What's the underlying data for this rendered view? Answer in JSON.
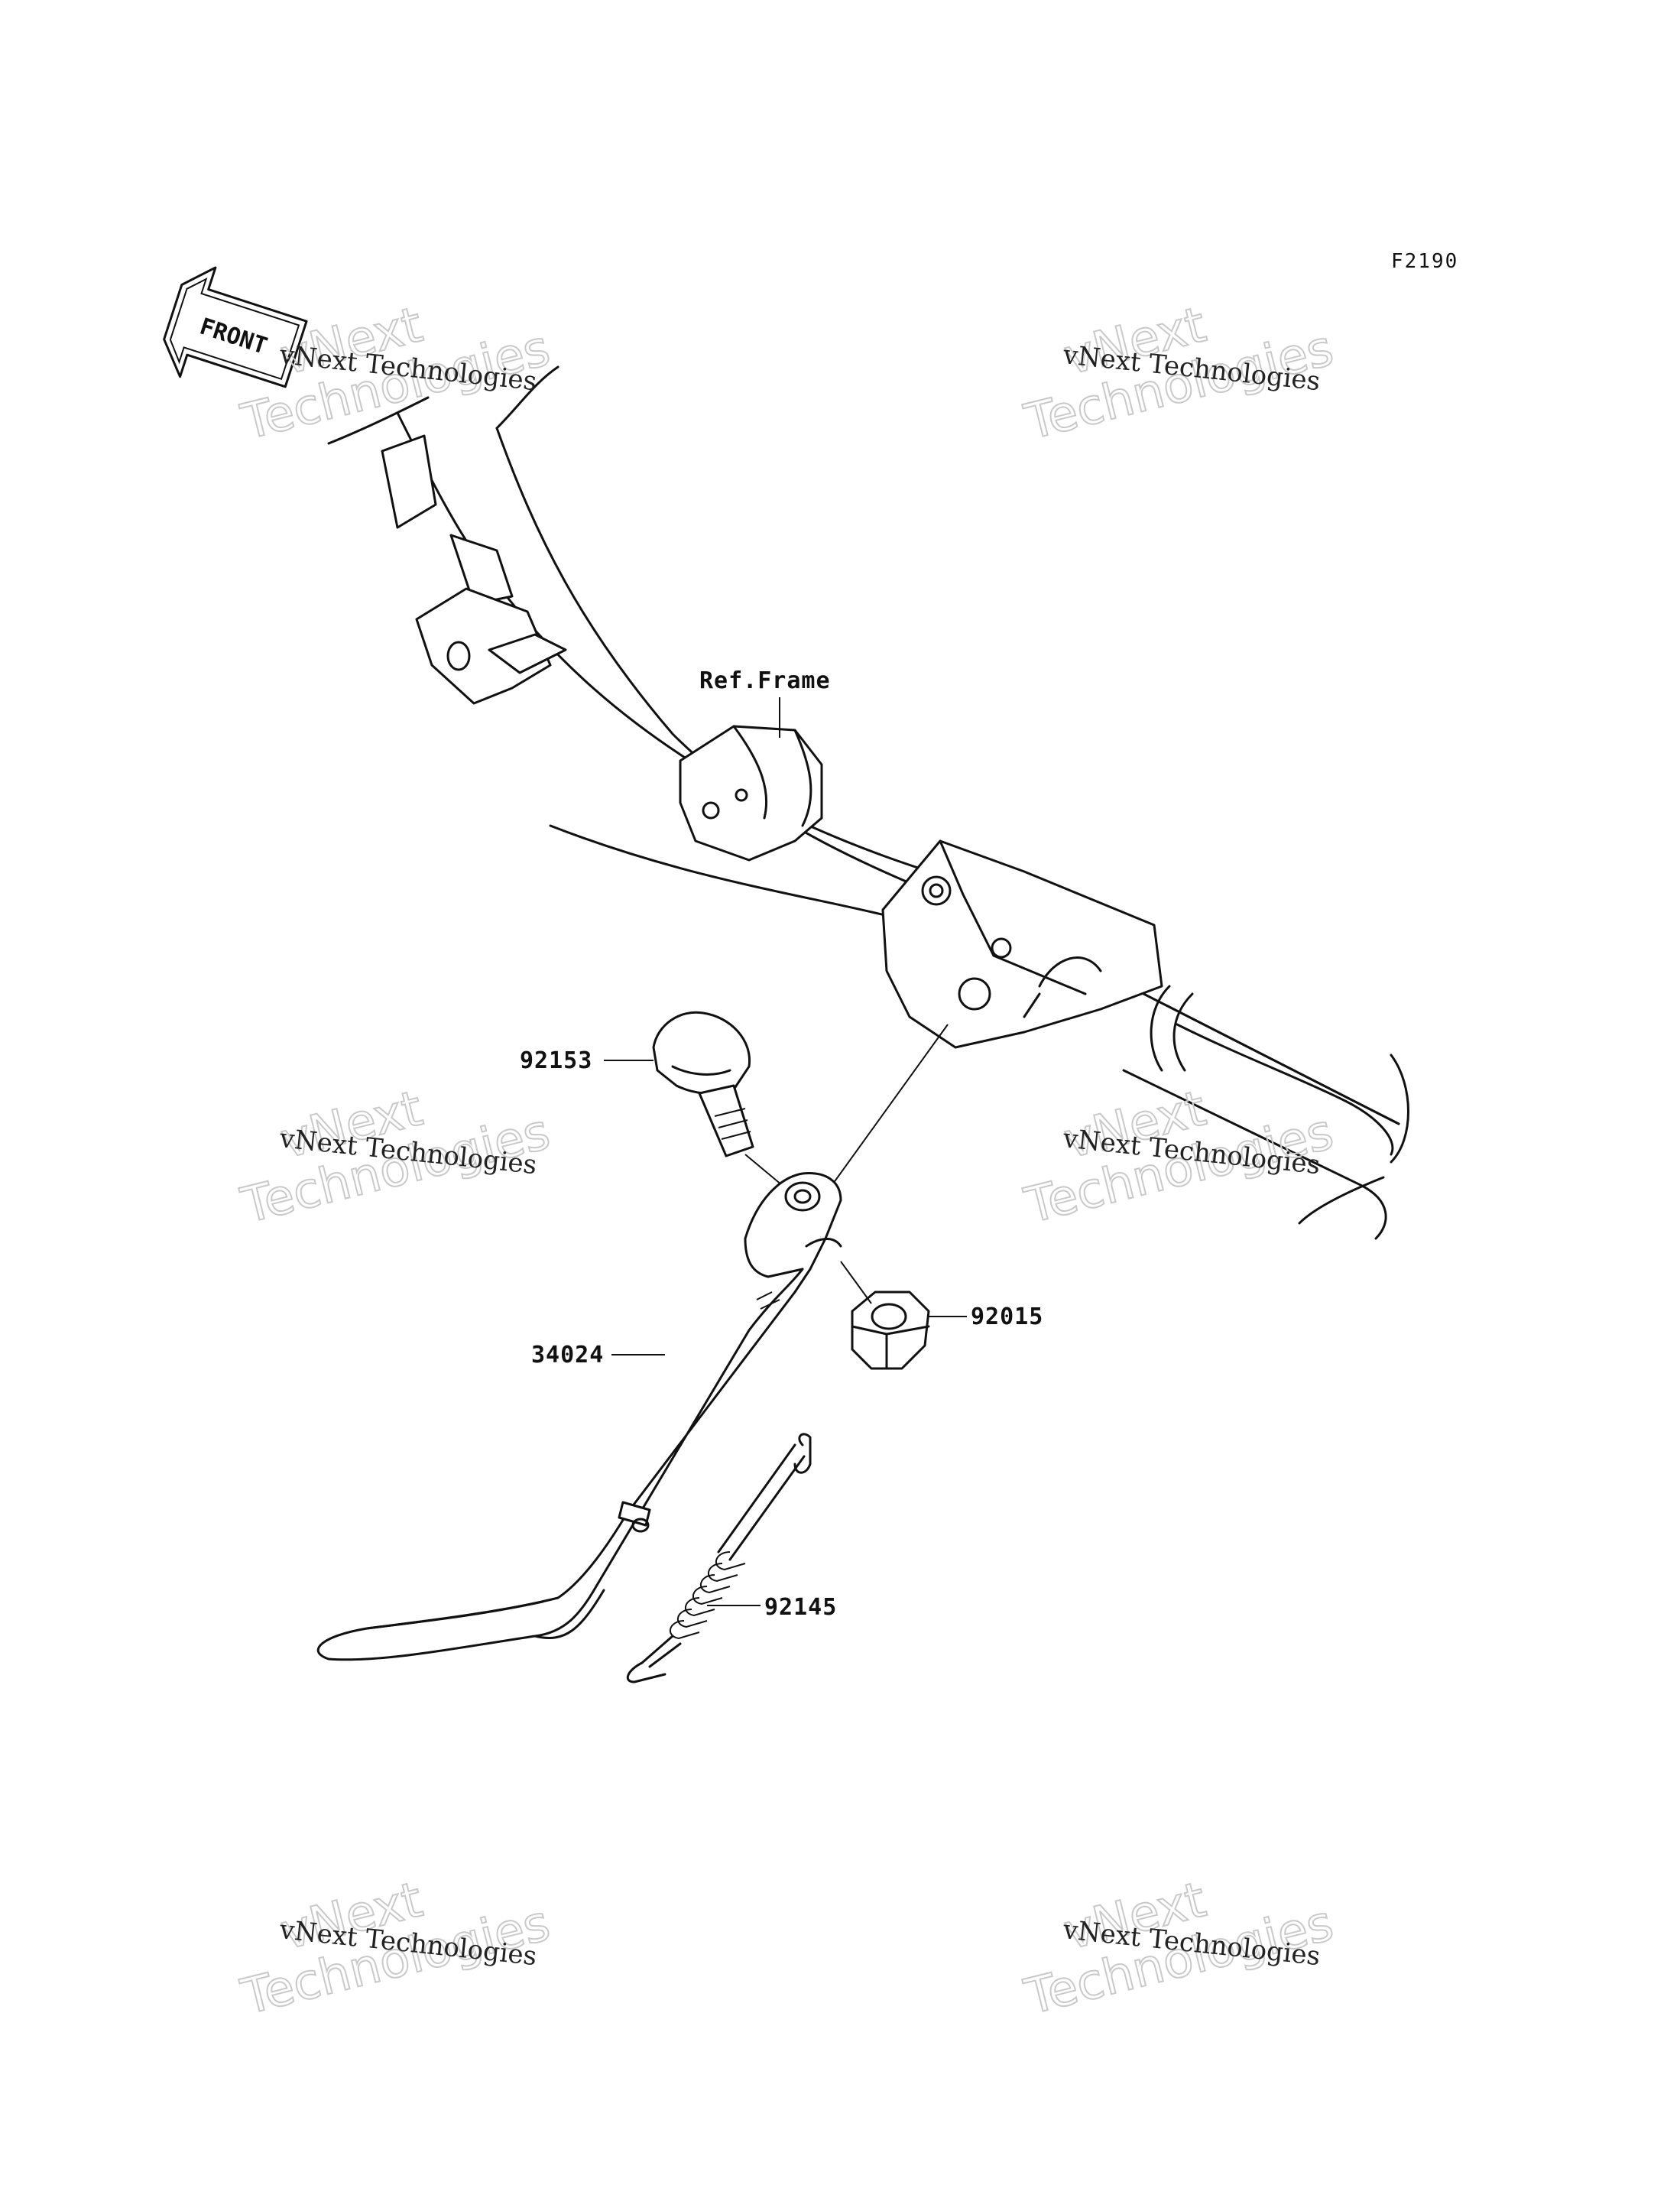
{
  "diagram_code": "F2190",
  "front_label": "FRONT",
  "ref_label": "Ref.Frame",
  "parts": {
    "p92153": "92153",
    "p92015": "92015",
    "p34024": "34024",
    "p92145": "92145"
  },
  "watermark": {
    "brand_small": "vNext Technologies",
    "brand_line1": "vNext",
    "brand_line2": "Technologies"
  }
}
